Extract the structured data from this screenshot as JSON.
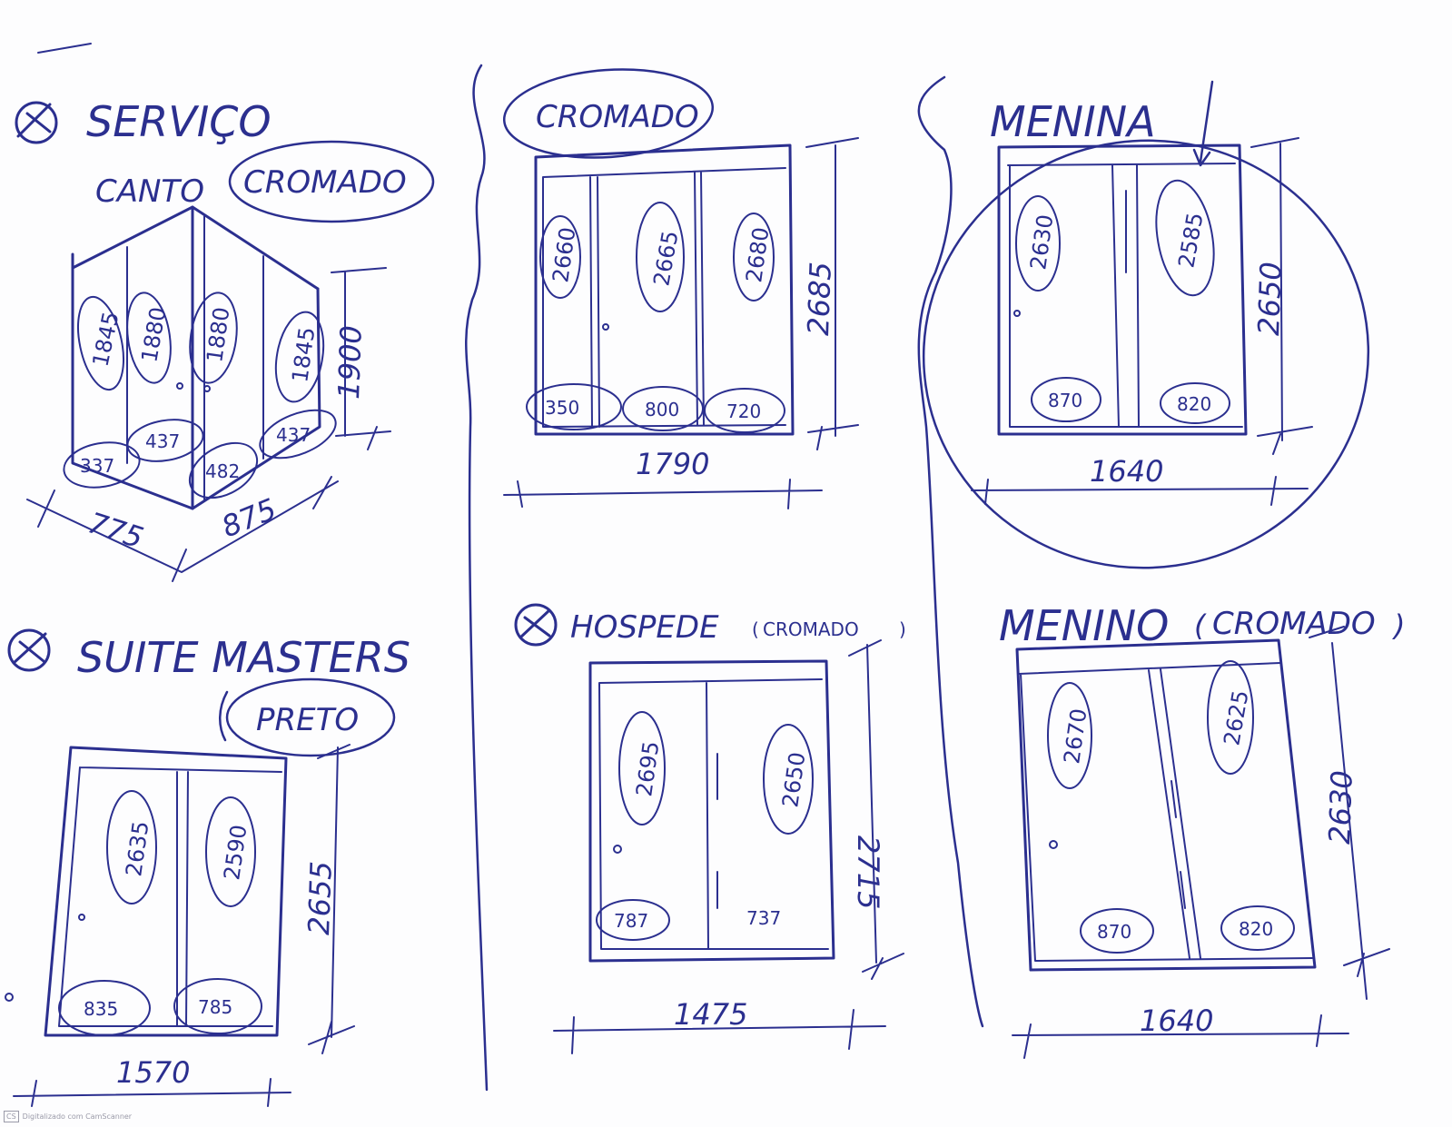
{
  "ink_color": "#2b2f8f",
  "paper_color": "#fdfdfe",
  "sections": {
    "servico": {
      "icon": "circled-marker-icon",
      "title": "SERVIÇO",
      "subtitle": "CANTO",
      "finish": "CROMADO",
      "heights": [
        "1845",
        "1880",
        "1880",
        "1845"
      ],
      "widths": [
        "337",
        "437",
        "482",
        "437"
      ],
      "total_height": "1900",
      "depth": "775",
      "width": "875"
    },
    "cromado_top": {
      "finish": "CROMADO",
      "heights": [
        "2660",
        "2665",
        "2680"
      ],
      "widths": [
        "350",
        "800",
        "720"
      ],
      "total_height": "2685",
      "total_width": "1790"
    },
    "menina": {
      "title": "MENINA",
      "heights": [
        "2630",
        "2585"
      ],
      "widths": [
        "870",
        "820"
      ],
      "total_height": "2650",
      "total_width": "1640"
    },
    "suite_masters": {
      "icon": "circled-marker-icon",
      "title": "SUITE MASTERS",
      "finish": "PRETO",
      "heights": [
        "2635",
        "2590"
      ],
      "widths": [
        "835",
        "785"
      ],
      "total_height": "2655",
      "total_width": "1570"
    },
    "hospede": {
      "icon": "circled-marker-icon",
      "title": "HOSPEDE",
      "finish": "CROMADO",
      "heights": [
        "2695",
        "2650"
      ],
      "widths": [
        "787",
        "737"
      ],
      "total_height": "2715",
      "total_width": "1475"
    },
    "menino": {
      "title": "MENINO",
      "finish": "CROMADO",
      "heights": [
        "2670",
        "2625"
      ],
      "widths": [
        "870",
        "820"
      ],
      "total_height": "2630",
      "total_width": "1640"
    }
  },
  "footer": {
    "badge": "CS",
    "text": "Digitalizado com CamScanner"
  }
}
